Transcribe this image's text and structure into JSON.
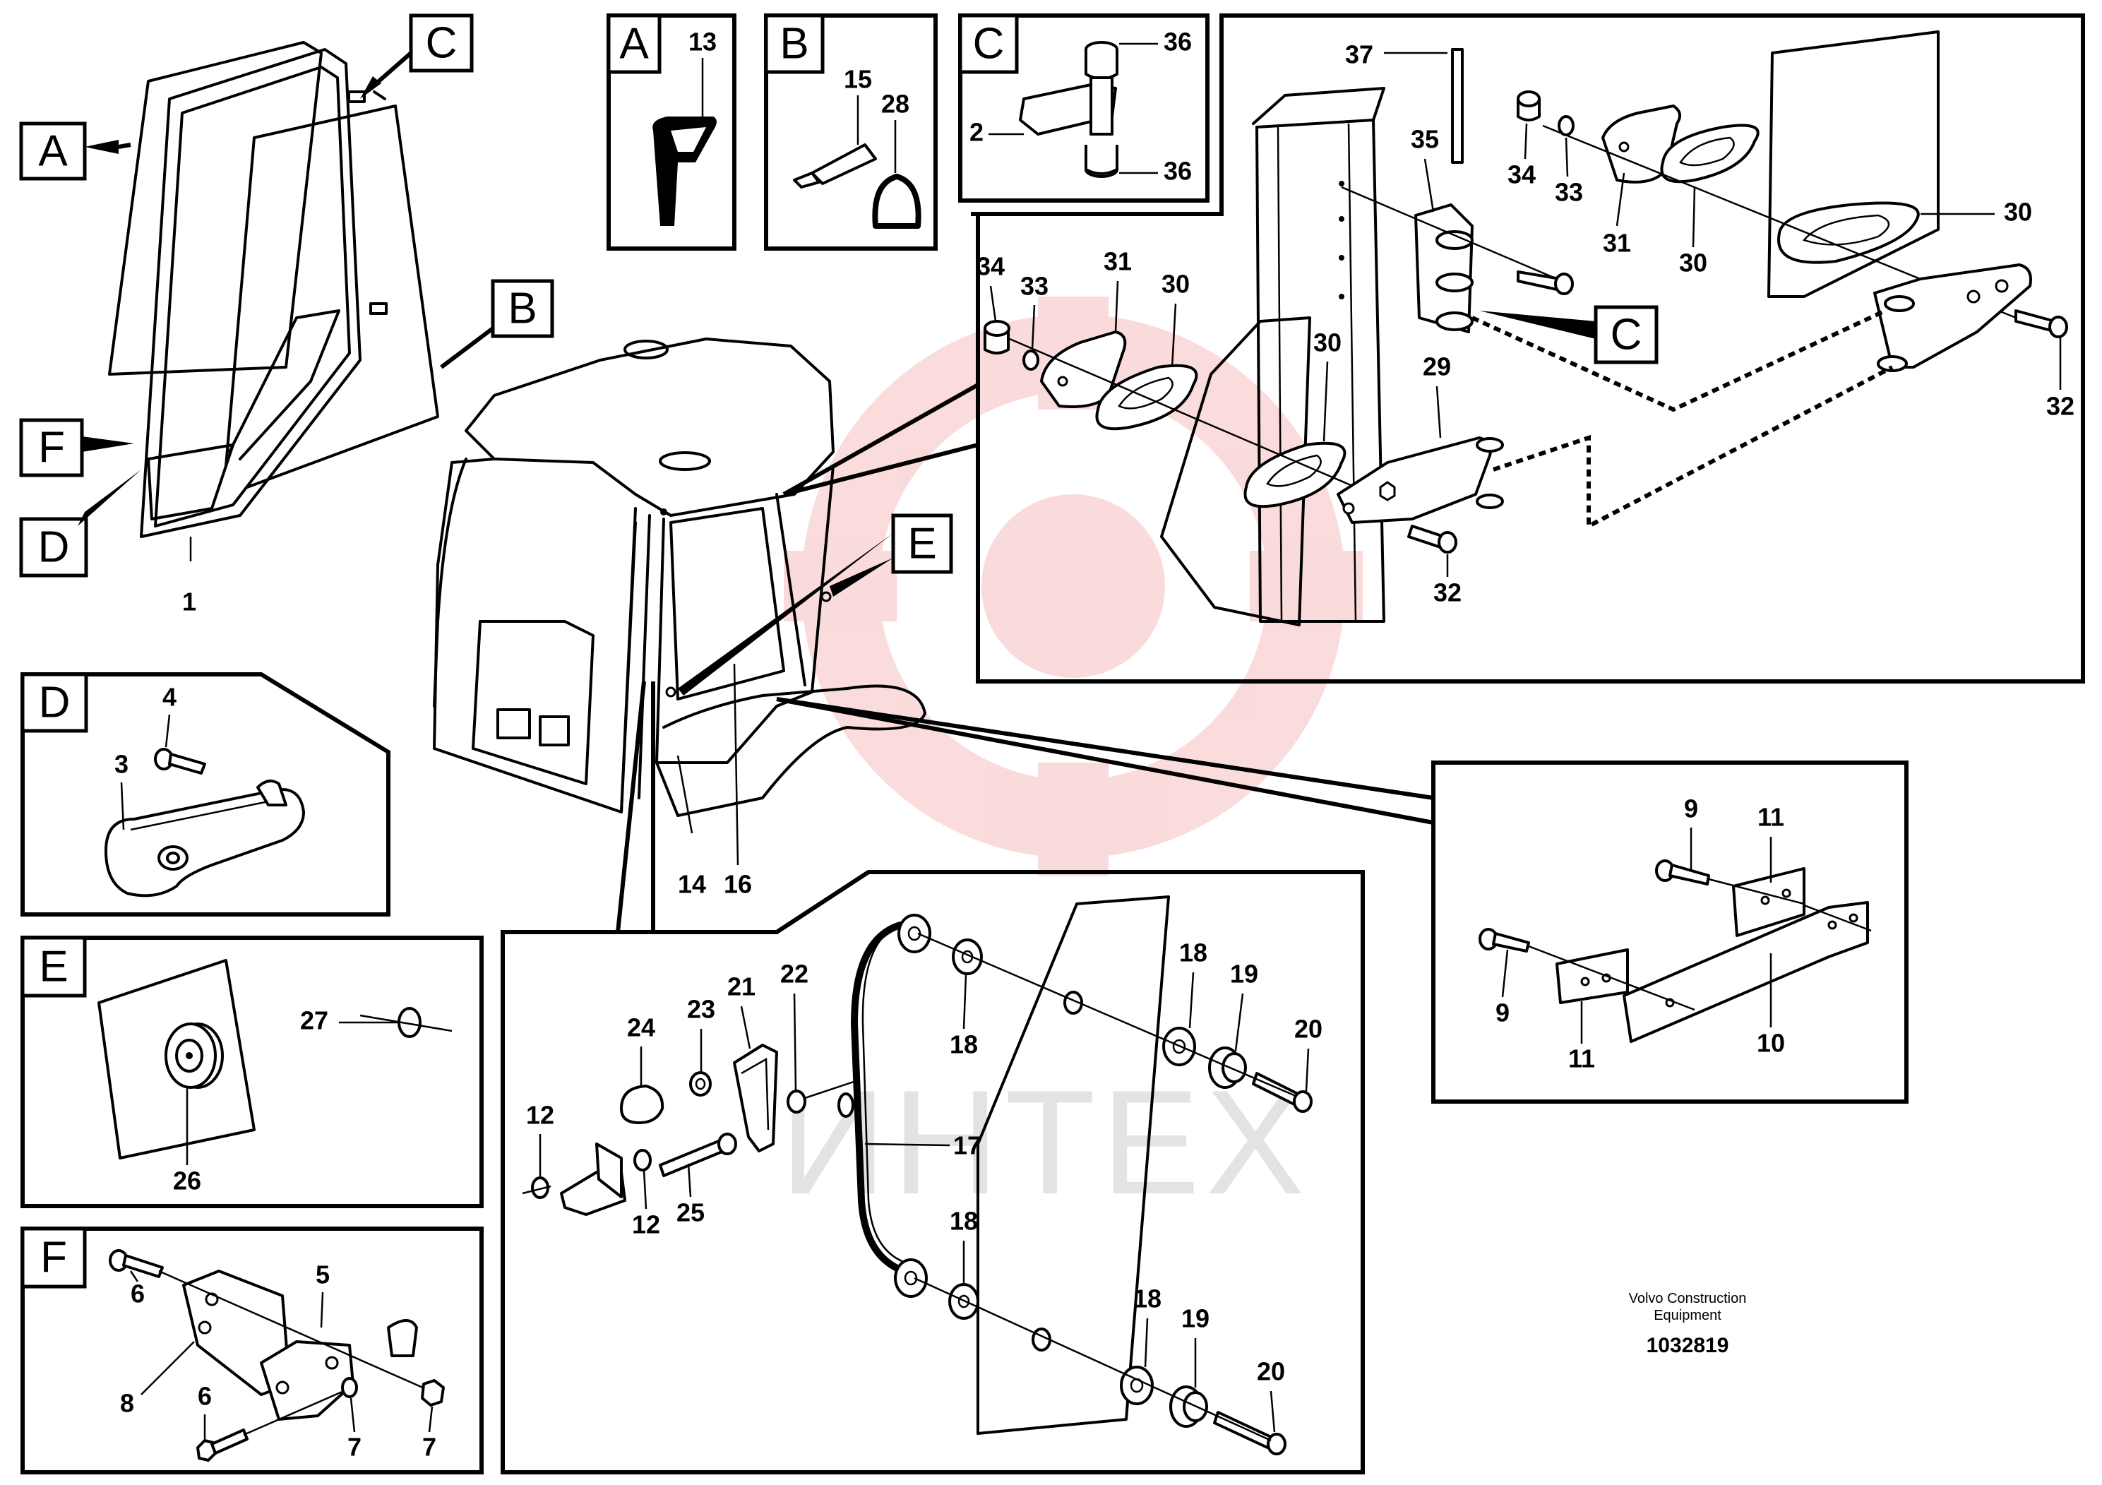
{
  "watermark": {
    "text": "ИНТЕХ",
    "color": "#f08080"
  },
  "publisher": {
    "line1": "Volvo Construction",
    "line2": "Equipment",
    "doc_number": "1032819"
  },
  "views": {
    "A": "A",
    "B": "B",
    "C": "C",
    "D": "D",
    "E": "E",
    "F": "F"
  },
  "parts": {
    "p1": "1",
    "p2": "2",
    "p3": "3",
    "p4": "4",
    "p5": "5",
    "p6": "6",
    "p7": "7",
    "p8": "8",
    "p9": "9",
    "p10": "10",
    "p11": "11",
    "p12": "12",
    "p13": "13",
    "p14": "14",
    "p15": "15",
    "p16": "16",
    "p17": "17",
    "p18": "18",
    "p19": "19",
    "p20": "20",
    "p21": "21",
    "p22": "22",
    "p23": "23",
    "p24": "24",
    "p25": "25",
    "p26": "26",
    "p27": "27",
    "p28": "28",
    "p29": "29",
    "p30": "30",
    "p31": "31",
    "p32": "32",
    "p33": "33",
    "p34": "34",
    "p35": "35",
    "p36": "36",
    "p37": "37"
  }
}
